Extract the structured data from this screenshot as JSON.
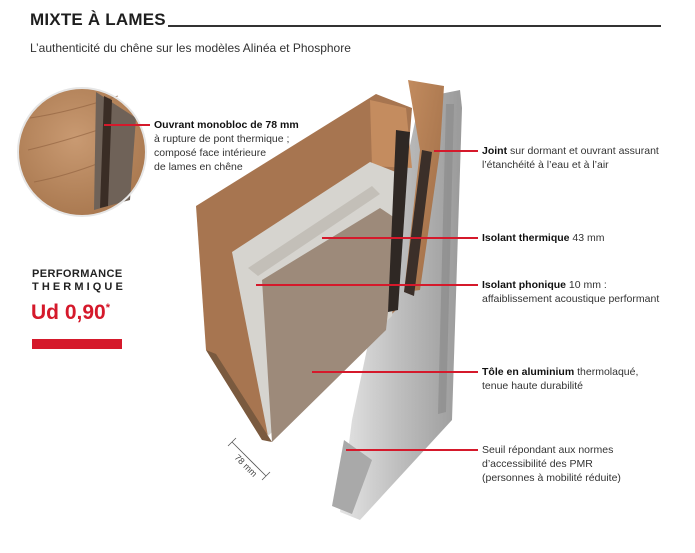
{
  "header": {
    "title": "MIXTE À LAMES",
    "subtitle": "L’authenticité du chêne sur les modèles Alinéa et Phosphore"
  },
  "callouts": [
    {
      "bold": "Ouvrant monobloc de 78 mm",
      "lines": [
        "à rupture de pont thermique ;",
        "composé face intérieure",
        "de lames en chêne"
      ]
    },
    {
      "bold": "Joint",
      "text": " sur dormant et ouvrant assurant",
      "lines": [
        "l’étanchéité à l’eau et à l’air"
      ]
    },
    {
      "bold": "Isolant thermique",
      "text": " 43 mm",
      "lines": []
    },
    {
      "bold": "Isolant phonique",
      "text": " 10 mm :",
      "lines": [
        "affaiblissement acoustique performant"
      ]
    },
    {
      "bold": "Tôle en aluminium",
      "text": " thermolaqué,",
      "lines": [
        "tenue haute durabilité"
      ]
    },
    {
      "bold": "",
      "text": "Seuil répondant aux normes",
      "lines": [
        "d’accessibilité des PMR",
        "(personnes à mobilité réduite)"
      ]
    }
  ],
  "performance": {
    "line1": "PERFORMANCE",
    "line2": "THERMIQUE",
    "value": "Ud 0,90",
    "asterisk": "*"
  },
  "dimension_label": "78 mm",
  "colors": {
    "accent": "#d5192b",
    "oak": "#b9825a",
    "panel_brown": "#9c8b7b",
    "insulation": "#d8d6d1",
    "aluminium": "#c9c9c9"
  }
}
